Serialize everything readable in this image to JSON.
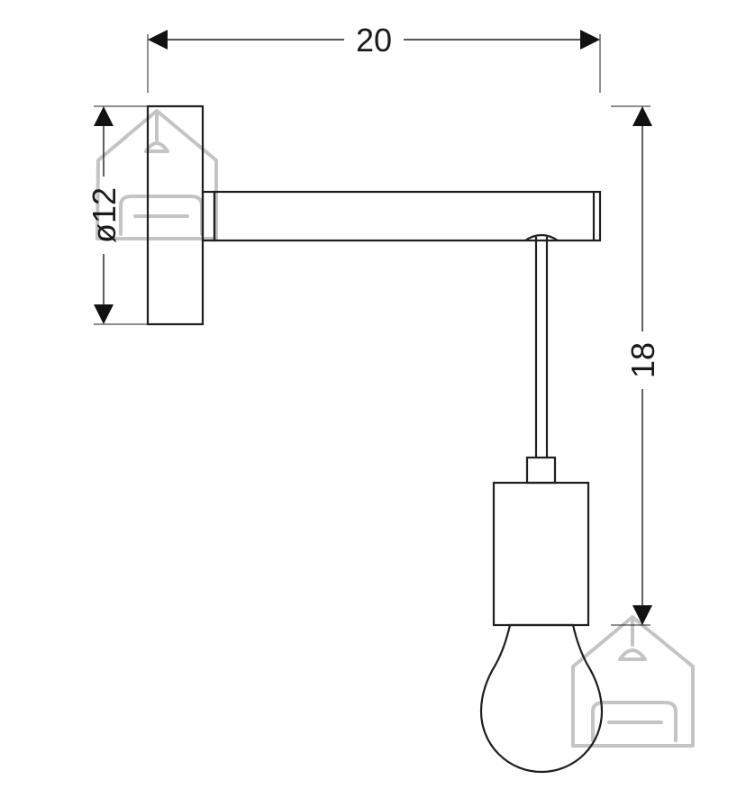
{
  "dimensions": {
    "width_label": "20",
    "height_label": "18",
    "diameter_label": "ø12"
  },
  "colors": {
    "line": "#1f1f1f",
    "watermark": "#c4c4c4",
    "background": "#ffffff"
  },
  "watermark": {
    "icon": "house-with-lamp-and-sofa-logo"
  }
}
